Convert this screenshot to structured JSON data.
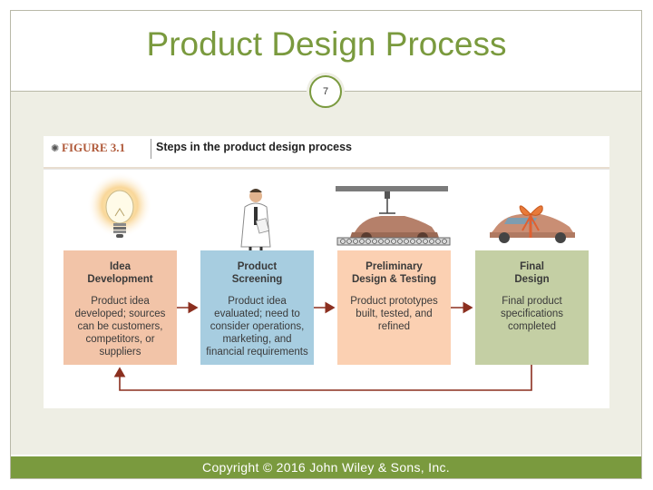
{
  "slide": {
    "title": "Product Design Process",
    "number": "7",
    "copyright": "Copyright © 2016 John Wiley & Sons, Inc."
  },
  "figure": {
    "label": "FIGURE 3.1",
    "caption": "Steps in the product design process",
    "steps": [
      {
        "title_line1": "Idea",
        "title_line2": "Development",
        "description": "Product idea developed; sources can be customers, competitors, or suppliers"
      },
      {
        "title_line1": "Product",
        "title_line2": "Screening",
        "description": "Product idea evaluated; need to consider operations, marketing, and financial requirements"
      },
      {
        "title_line1": "Preliminary",
        "title_line2": "Design & Testing",
        "description": "Product prototypes built, tested, and refined"
      },
      {
        "title_line1": "Final",
        "title_line2": "Design",
        "description": "Final product specifications completed"
      }
    ],
    "colors": {
      "step1": "#f2c4a8",
      "step2": "#a7cde0",
      "step3": "#fbd0b2",
      "step4": "#c4cfa4",
      "arrow": "#8b2f1f",
      "accent": "#7a9a3e"
    },
    "icons": [
      "lightbulb-icon",
      "scientist-icon",
      "assembly-car-icon",
      "gift-car-icon"
    ]
  }
}
